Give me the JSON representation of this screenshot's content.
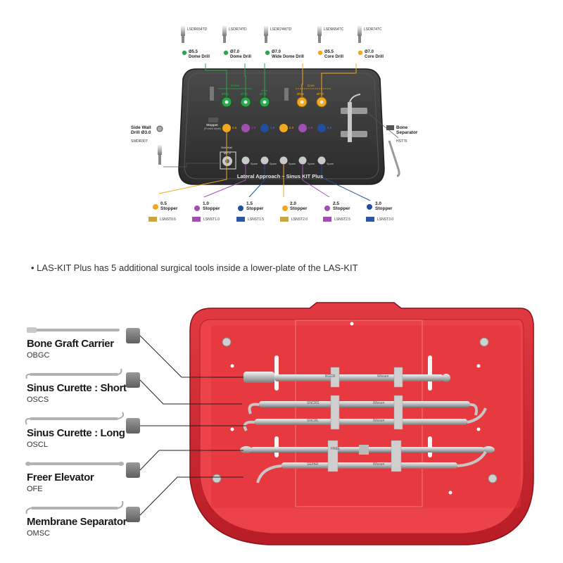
{
  "top_drills": [
    {
      "code": "LSDR654TD",
      "size": "Ø5.5",
      "name": "Dome Drill",
      "color": "#2aa84a"
    },
    {
      "code": "LSDR74TD",
      "size": "Ø7.0",
      "name": "Dome Drill",
      "color": "#2aa84a"
    },
    {
      "code": "LSDR74WTD",
      "size": "Ø7.0",
      "name": "Wide Dome Drill",
      "color": "#2aa84a"
    },
    {
      "code": "LSDR654TC",
      "size": "Ø5.5",
      "name": "Core Drill",
      "color": "#f2a81d"
    },
    {
      "code": "LSDR74TC",
      "size": "Ø7.0",
      "name": "Core Drill",
      "color": "#f2a81d"
    }
  ],
  "kit_labels": {
    "dome": "Dome",
    "core": "Core",
    "wide": "Wide",
    "d55": "Ø5.5",
    "d70": "Ø7.0",
    "stopper_title": "Stopper",
    "stopper_sub": "(Prohibit depth)",
    "side_wall": "Side Wall",
    "title": "Lateral Approach – Sinus KIT Plus",
    "stopper_values": [
      "0.5",
      "1.0",
      "1.5",
      "2.0",
      "2.5",
      "3.0"
    ],
    "spare": "Spare"
  },
  "side_wall_drill": {
    "name_line1": "Side Wall",
    "name_line2": "Drill Ø3.0",
    "code": "SWDR30T"
  },
  "bone_separator": {
    "name_line1": "Bone",
    "name_line2": "Separator",
    "code": "HST76"
  },
  "stoppers": [
    {
      "size": "0.5",
      "label": "Stopper",
      "code": "LSNST0.5",
      "color": "#f2a81d"
    },
    {
      "size": "1.0",
      "label": "Stopper",
      "code": "LSNST1.0",
      "color": "#a24fb2"
    },
    {
      "size": "1.5",
      "label": "Stopper",
      "code": "LSNST1.5",
      "color": "#1f4f9e"
    },
    {
      "size": "2.0",
      "label": "Stopper",
      "code": "LSNST2.0",
      "color": "#f2a81d"
    },
    {
      "size": "2.5",
      "label": "Stopper",
      "code": "LSNST2.5",
      "color": "#a24fb2"
    },
    {
      "size": "3.0",
      "label": "Stopper",
      "code": "LSNST3.0",
      "color": "#1f4f9e"
    }
  ],
  "bullet_text": "• LAS-KIT Plus has 5 additional surgical tools inside a lower-plate of the LAS-KIT",
  "tools": [
    {
      "name": "Bone Graft Carrier",
      "code": "OBGC"
    },
    {
      "name": "Sinus Curette : Short",
      "code": "OSCS"
    },
    {
      "name": "Sinus Curette : Long",
      "code": "OSCL"
    },
    {
      "name": "Freer Elevator",
      "code": "OFE"
    },
    {
      "name": "Membrane Separator",
      "code": "OMSC"
    }
  ],
  "tray_labels": {
    "bgc": "BGCR",
    "scs": "SNCRS",
    "scl": "SNCRL",
    "fe": "FREE",
    "ms": "SEPAR",
    "brand": "Wissen"
  },
  "colors": {
    "green": "#2aa84a",
    "orange": "#f2a81d",
    "purple": "#a24fb2",
    "blue": "#1f4f9e",
    "tray_red": "#d42a33",
    "kit_dark": "#333333"
  }
}
